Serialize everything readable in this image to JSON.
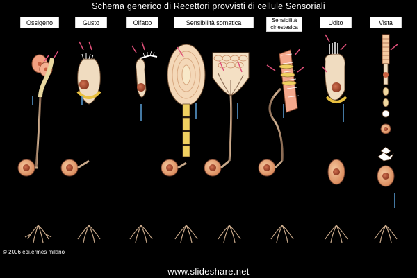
{
  "title": "Schema generico di Recettori provvisti di cellule Sensoriali",
  "labels": [
    {
      "id": "ossigeno",
      "text": "Ossigeno"
    },
    {
      "id": "gusto",
      "text": "Gusto"
    },
    {
      "id": "olfatto",
      "text": "Olfatto"
    },
    {
      "id": "sensibilita-somatica",
      "text": "Sensibilità somatica"
    },
    {
      "id": "sensibilita-cinestesica",
      "text": "Sensibilità\ncinestesica"
    },
    {
      "id": "udito",
      "text": "Udito"
    },
    {
      "id": "vista",
      "text": "Vista"
    }
  ],
  "copyright": "2006 edi.ermes milano",
  "footer_url": "www.slideshare.net",
  "colors": {
    "background": "#000000",
    "axon": "#c9a98a",
    "axon_outline": "#5a3a2a",
    "soma": "#e8a878",
    "nucleus": "#b45a3a",
    "arrow_pink": "#e0507a",
    "arrow_blue": "#5aa0d8",
    "myelin_yellow": "#f0d060",
    "label_bg": "#ffffff"
  }
}
